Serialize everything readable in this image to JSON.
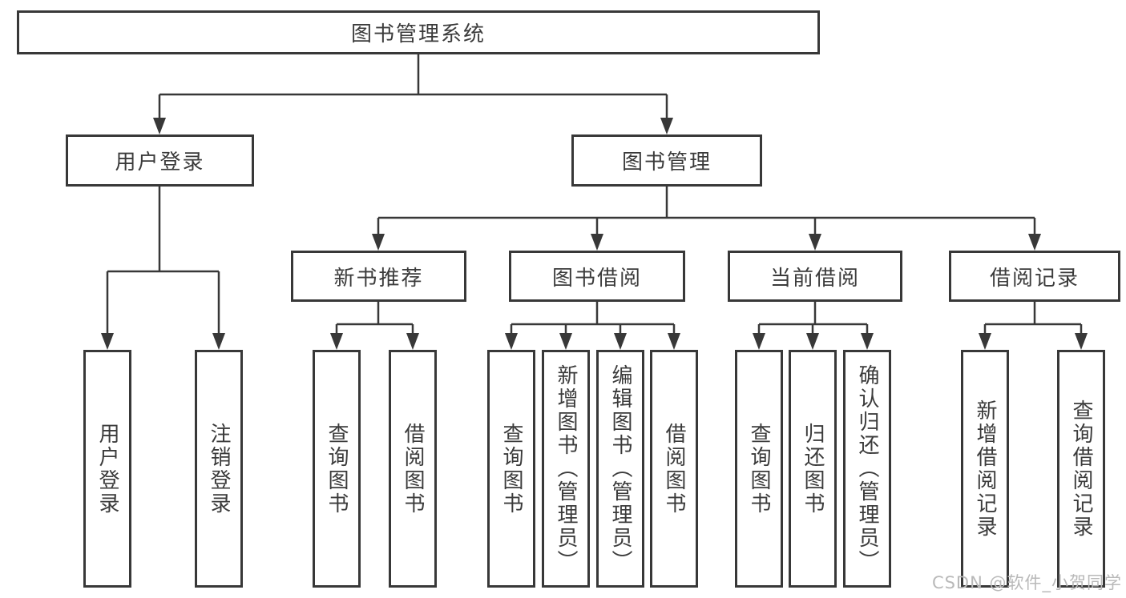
{
  "diagram": {
    "title": "图书管理系统",
    "watermark": "CSDN @软件_小贺同学",
    "colors": {
      "background": "#ffffff",
      "line": "#383838",
      "text": "#3b3b3b",
      "watermark": "#b9b9b9"
    },
    "tree": {
      "root": {
        "label": "图书管理系统"
      },
      "branches": [
        {
          "label": "用户登录",
          "children": [
            {
              "label": "用户登录"
            },
            {
              "label": "注销登录"
            }
          ]
        },
        {
          "label": "图书管理",
          "children": [
            {
              "label": "新书推荐",
              "children": [
                {
                  "label": "查询图书"
                },
                {
                  "label": "借阅图书"
                }
              ]
            },
            {
              "label": "图书借阅",
              "children": [
                {
                  "label": "查询图书"
                },
                {
                  "label": "新增图书（管理员）"
                },
                {
                  "label": "编辑图书（管理员）"
                },
                {
                  "label": "借阅图书"
                }
              ]
            },
            {
              "label": "当前借阅",
              "children": [
                {
                  "label": "查询图书"
                },
                {
                  "label": "归还图书"
                },
                {
                  "label": "确认归还（管理员）"
                }
              ]
            },
            {
              "label": "借阅记录",
              "children": [
                {
                  "label": "新增借阅记录"
                },
                {
                  "label": "查询借阅记录"
                }
              ]
            }
          ]
        }
      ]
    }
  }
}
